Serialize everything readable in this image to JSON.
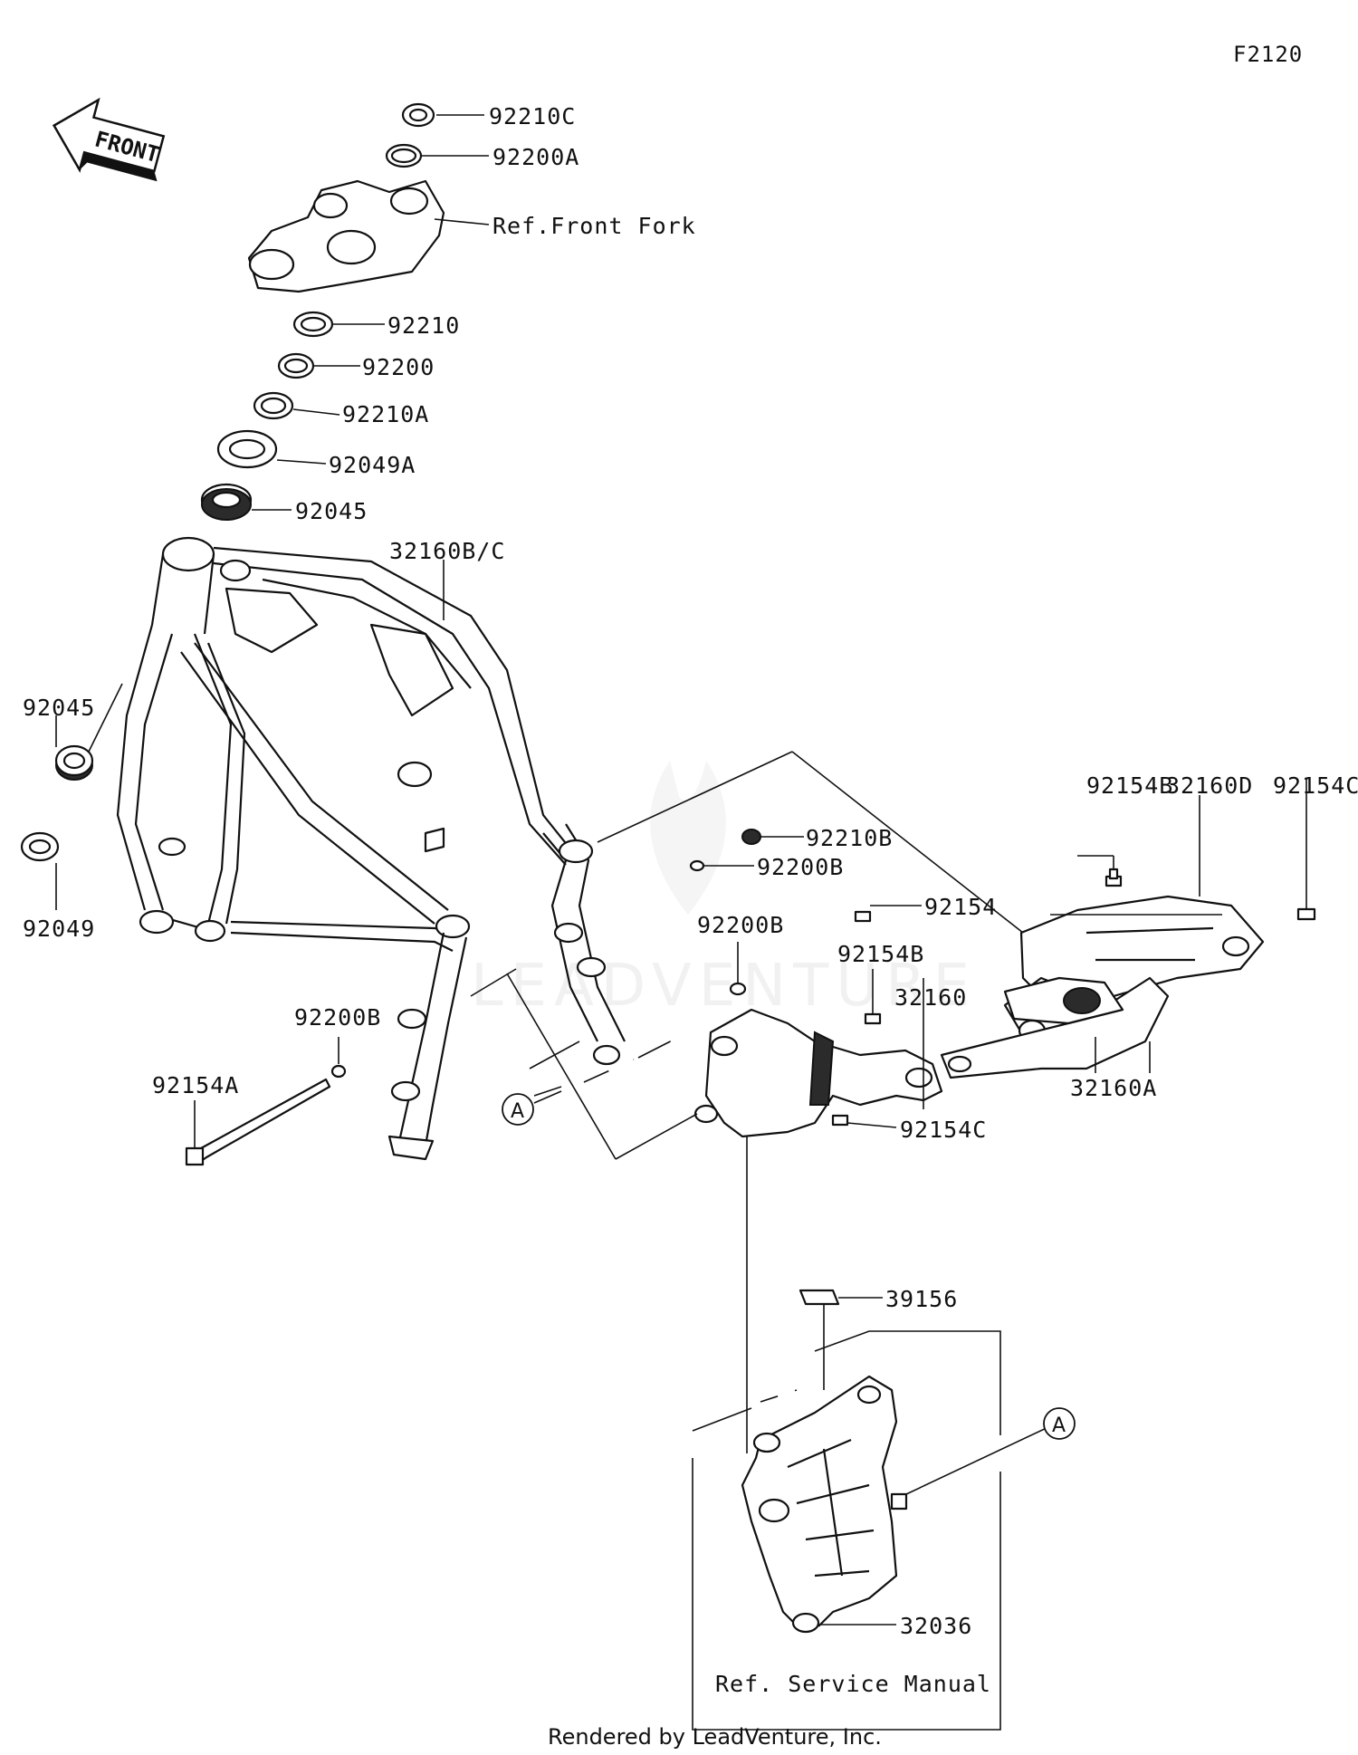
{
  "diagram": {
    "code": "F2120",
    "front_arrow_text": "FRONT",
    "watermark": "LEADVENTURE",
    "footer": "Rendered by LeadVenture, Inc.",
    "callout_marker": "A",
    "ref_service_manual": "Ref. Service Manual",
    "labels": {
      "p92210C": "92210C",
      "p92200A": "92200A",
      "ref_front_fork": "Ref.Front Fork",
      "p92210": "92210",
      "p92200": "92200",
      "p92210A": "92210A",
      "p92049A": "92049A",
      "p92045_top": "92045",
      "p32160BC": "32160B/C",
      "p92045_left": "92045",
      "p92049": "92049",
      "p92154B_top": "92154B",
      "p32160D": "32160D",
      "p92154C_top": "92154C",
      "p92210B": "92210B",
      "p92200B_a": "92200B",
      "p92154": "92154",
      "p92200B_b": "92200B",
      "p92154B_mid": "92154B",
      "p32160": "32160",
      "p92200B_left": "92200B",
      "p92154A": "92154A",
      "p32160A": "32160A",
      "p92154C_bot": "92154C",
      "p39156": "39156",
      "p32036": "32036"
    }
  }
}
